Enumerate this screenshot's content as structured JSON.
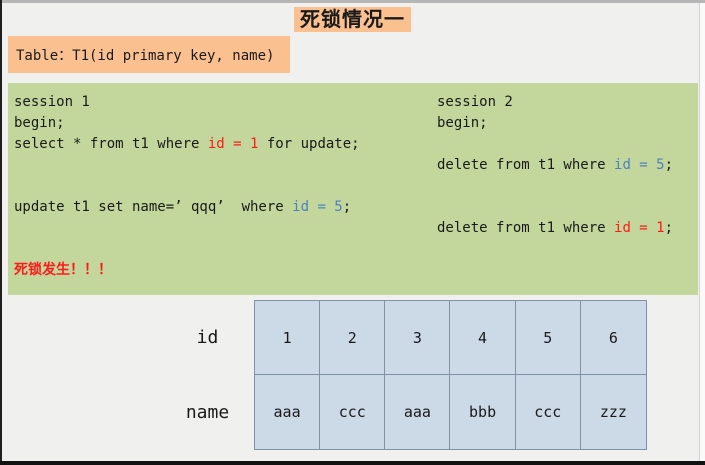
{
  "title": "死锁情况一",
  "schema": "Table：T1(id primary key, name)",
  "session1": {
    "name": "session 1",
    "begin": "begin;",
    "select_pre": "select * from t1 where ",
    "select_cond": "id = 1",
    "select_post": " for update;",
    "update_pre": "update t1 set name=’ qqq’  where ",
    "update_cond": "id = 5",
    "update_post": ";",
    "deadlock_msg": "死锁发生！！！"
  },
  "session2": {
    "name": "session 2",
    "begin": "begin;",
    "delete1_pre": "delete from t1 where ",
    "delete1_cond": "id = 5",
    "delete1_post": ";",
    "delete2_pre": "delete from t1 where ",
    "delete2_cond": "id = 1",
    "delete2_post": ";"
  },
  "data_table": {
    "row_labels": [
      "id",
      "name"
    ],
    "rows": {
      "id": [
        "1",
        "2",
        "3",
        "4",
        "5",
        "6"
      ],
      "name": [
        "aaa",
        "ccc",
        "aaa",
        "bbb",
        "ccc",
        "zzz"
      ]
    }
  },
  "colors": {
    "highlight_orange": "#fac090",
    "panel_green": "#c3d69b",
    "cell_blue": "#ccd9e6",
    "table_border": "#8093a4",
    "error_red": "#ff1a1a",
    "key_blue": "#4f81bd"
  }
}
